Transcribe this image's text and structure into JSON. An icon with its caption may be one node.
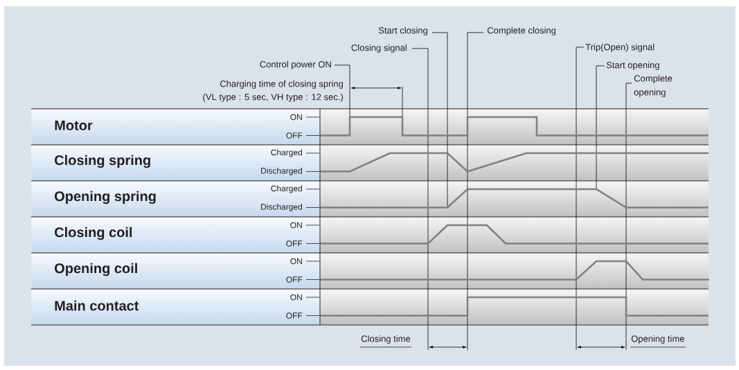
{
  "diagram": {
    "nodes": [
      {
        "text": [
          "Motor",
          "ON",
          "OFF"
        ]
      },
      {
        "text": [
          "Closing spring",
          "Charged",
          "Discharged"
        ]
      },
      {
        "text": [
          "Opening spring",
          "Charged",
          "Discharged"
        ]
      },
      {
        "text": [
          "Closing coil",
          "ON",
          "OFF"
        ]
      },
      {
        "text": [
          "Opening coil",
          "ON",
          "OFF"
        ]
      },
      {
        "text": [
          "Main contact",
          "ON",
          "OFF"
        ]
      }
    ],
    "labels": [
      "Start closing",
      "Complete closing",
      "Closing signal",
      "Trip(Open) signal",
      "Control power ON",
      "Start opening",
      "Charging time of closing spring",
      "(VL type : 5 sec, VH type : 12 sec.)",
      "Complete opening",
      "Closing time",
      "Opening time"
    ]
  }
}
